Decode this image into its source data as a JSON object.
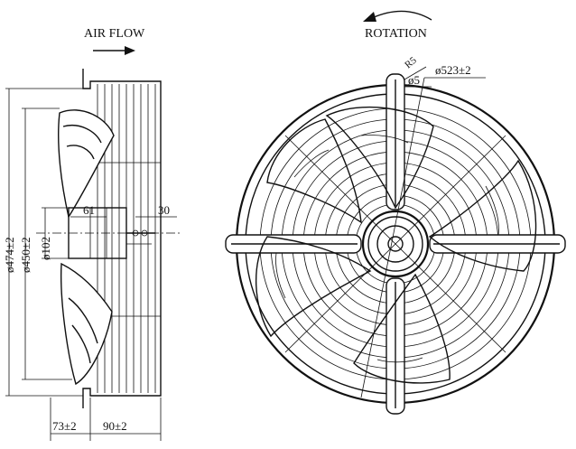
{
  "labels": {
    "air_flow": "AIR FLOW",
    "rotation": "ROTATION"
  },
  "dimensions": {
    "outer_dia": "ø474±2",
    "guard_dia": "ø450±2",
    "hub_dia": "ø102",
    "depth_front": "73±2",
    "depth_rear": "90±2",
    "d61": "61",
    "d30": "30",
    "radius": "R5",
    "hole": "ø5",
    "mount_dia": "ø523±2"
  }
}
